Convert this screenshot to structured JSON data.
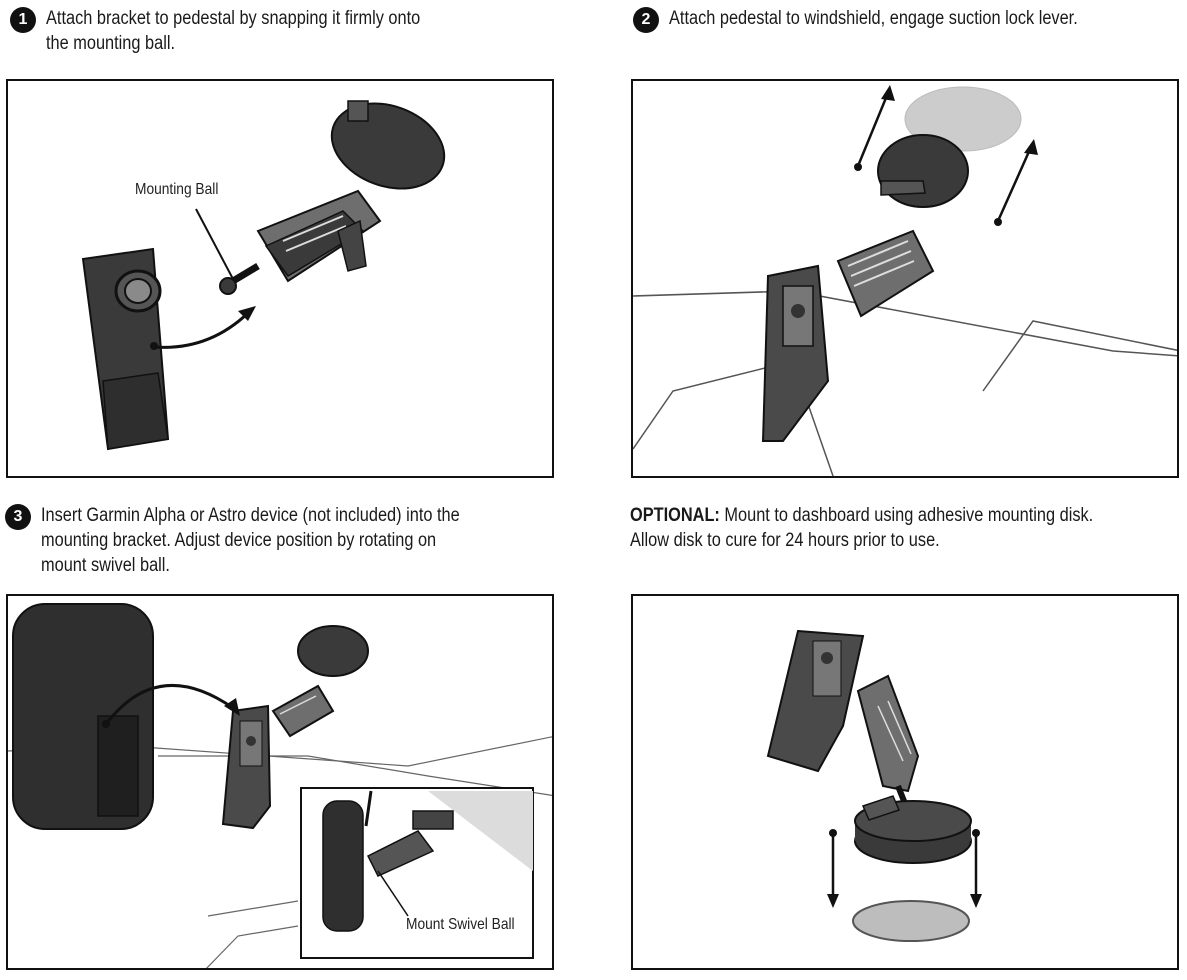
{
  "steps": [
    {
      "number": "1",
      "lines": [
        "Attach bracket to pedestal by snapping it firmly onto",
        "the mounting ball."
      ]
    },
    {
      "number": "2",
      "lines": [
        "Attach pedestal to windshield, engage suction lock lever."
      ]
    },
    {
      "number": "3",
      "lines": [
        "Insert Garmin Alpha or Astro device (not included) into the",
        "mounting bracket. Adjust device position by rotating on",
        "mount swivel ball."
      ]
    }
  ],
  "optional": {
    "label": "OPTIONAL:",
    "line1": "Mount to dashboard using adhesive mounting disk.",
    "line2": "Allow disk to cure for 24 hours prior to use."
  },
  "callouts": {
    "mounting_ball": "Mounting Ball",
    "mount_swivel_ball": "Mount Swivel Ball"
  },
  "colors": {
    "ink": "#111111",
    "mount_body": "#3a3a3a",
    "mount_light": "#6e6e6e",
    "disk_fill": "#bdbdbd",
    "panel_border": "#111111"
  }
}
